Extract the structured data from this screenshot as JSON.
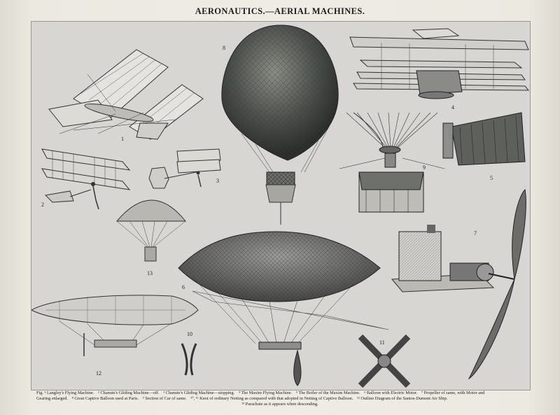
{
  "title": "AERONAUTICS.—AERIAL MACHINES.",
  "figures": [
    {
      "number": "1",
      "name": "langley-flying-machine"
    },
    {
      "number": "2",
      "name": "chanute-gliding-off"
    },
    {
      "number": "3",
      "name": "chanute-gliding-stopping"
    },
    {
      "number": "4",
      "name": "maxim-flying-machine"
    },
    {
      "number": "5",
      "name": "maxim-boiler"
    },
    {
      "number": "6",
      "name": "balloon-electric-motor"
    },
    {
      "number": "7",
      "name": "propeller-motor"
    },
    {
      "number": "8",
      "name": "captive-balloon-paris"
    },
    {
      "number": "9",
      "name": "car-section"
    },
    {
      "number": "10",
      "name": "ordinary-netting-knot"
    },
    {
      "number": "11",
      "name": "captive-balloon-netting-knot"
    },
    {
      "number": "12",
      "name": "santos-dumont-airship"
    },
    {
      "number": "13",
      "name": "parachute-descending"
    }
  ],
  "caption": {
    "line1": [
      "Fig. ¹ Langley's Flying Machine.",
      "² Chanute's Gliding Machine—off.",
      "³ Chanute's Gliding Machine—stopping.",
      "⁴ The Maxim Flying Machine.",
      "⁵ The Boiler of the Maxim Machine.",
      "⁶ Balloon with Electric Motor.",
      "⁷ Propeller of same, with Motor and"
    ],
    "line2": [
      "Gearing enlarged.",
      "⁸ Great Captive Balloon used at Paris.",
      "⁹ Section of Car of same.",
      "¹⁰, ¹¹ Knot of ordinary Netting as compared with that adopted in Netting of Captive Balloon.",
      "¹² Outline Diagram of the Santos-Dumont Air Ship."
    ],
    "line3": "¹³ Parachute as it appears when descending."
  }
}
